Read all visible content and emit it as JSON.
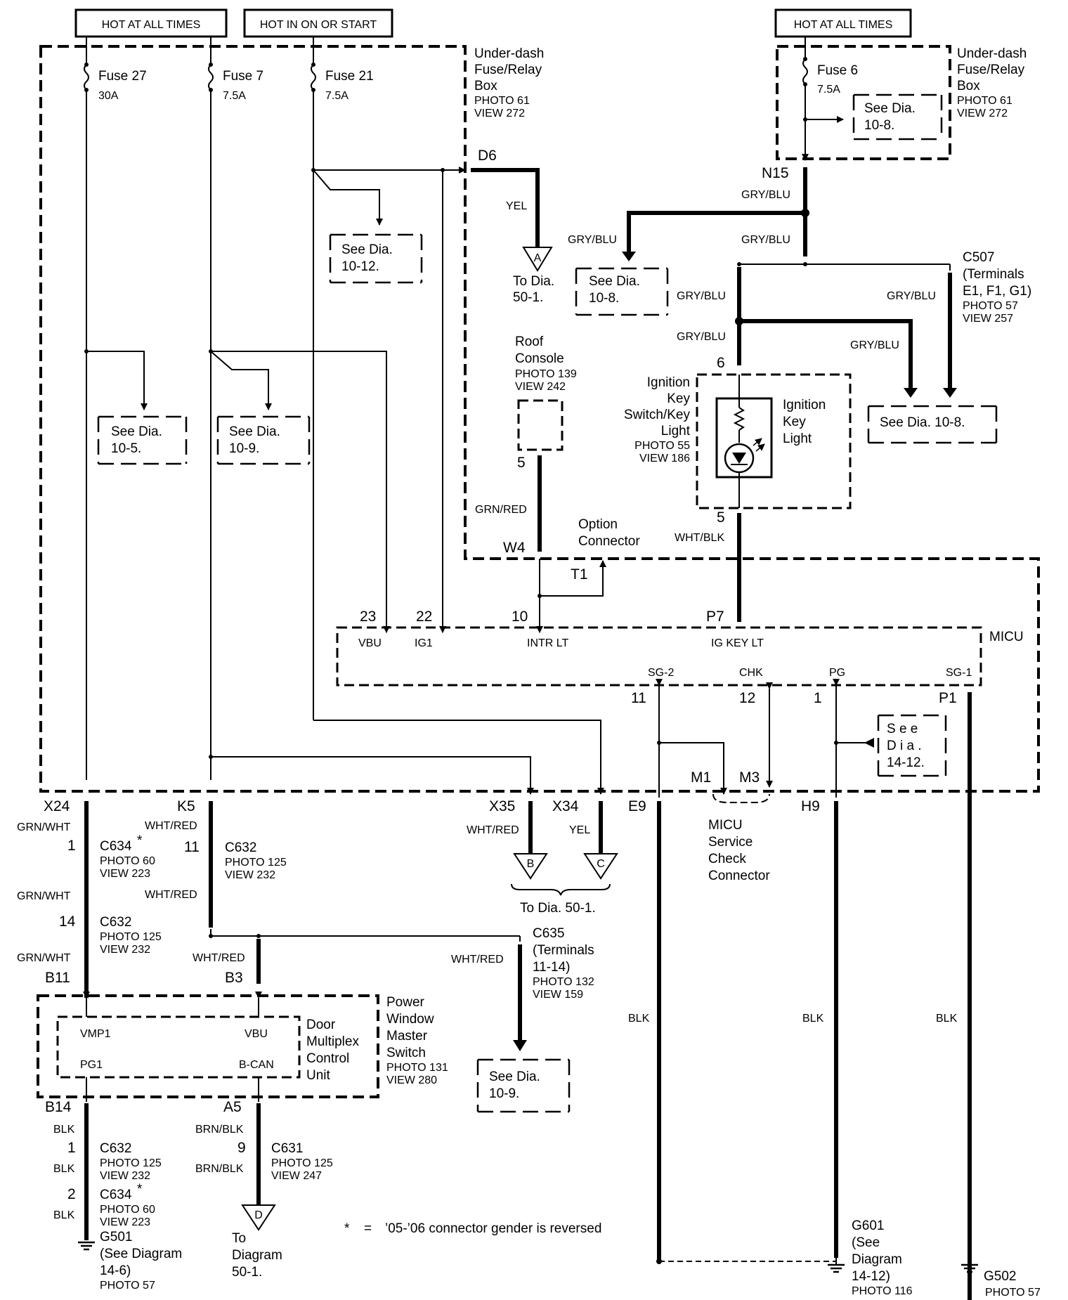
{
  "header": {
    "hot_at_all_times_1": "HOT AT ALL TIMES",
    "hot_in_on": "HOT IN ON OR START",
    "hot_at_all_times_2": "HOT AT ALL TIMES"
  },
  "fusebox_left": {
    "title_1": "Under-dash",
    "title_2": "Fuse/Relay",
    "title_3": "Box",
    "photo": "PHOTO 61",
    "view": "VIEW 272",
    "fuse27_name": "Fuse 27",
    "fuse27_amp": "30A",
    "fuse7_name": "Fuse 7",
    "fuse7_amp": "7.5A",
    "fuse21_name": "Fuse 21",
    "fuse21_amp": "7.5A"
  },
  "fusebox_right": {
    "title_1": "Under-dash",
    "title_2": "Fuse/Relay",
    "title_3": "Box",
    "photo": "PHOTO 61",
    "view": "VIEW 272",
    "fuse6_name": "Fuse 6",
    "fuse6_amp": "7.5A"
  },
  "refs": {
    "see_dia_10_8_top_1": "See Dia.",
    "see_dia_10_8_top_2": "10-8.",
    "see_dia_10_12_1": "See Dia.",
    "see_dia_10_12_2": "10-12.",
    "see_dia_10_8_mid_1": "See Dia.",
    "see_dia_10_8_mid_2": "10-8.",
    "see_dia_10_5_1": "See Dia.",
    "see_dia_10_5_2": "10-5.",
    "see_dia_10_9_1": "See Dia.",
    "see_dia_10_9_2": "10-9.",
    "see_dia_10_8_right": "See Dia. 10-8.",
    "see_dia_14_12_1": "S e e",
    "see_dia_14_12_2": "D i a .",
    "see_dia_14_12_3": "14-12.",
    "see_dia_10_9_low_1": "See Dia.",
    "see_dia_10_9_low_2": "10-9.",
    "to_dia_50_1_A_1": "To Dia.",
    "to_dia_50_1_A_2": "50-1.",
    "to_dia_50_1_BC": "To Dia. 50-1.",
    "to_diagram_D_1": "To",
    "to_diagram_D_2": "Diagram",
    "to_diagram_D_3": "50-1."
  },
  "connectors": {
    "D6": "D6",
    "N15": "N15",
    "W4": "W4",
    "T1": "T1",
    "P7": "P7",
    "X24": "X24",
    "K5": "K5",
    "X35": "X35",
    "X34": "X34",
    "E9": "E9",
    "H9": "H9",
    "M1": "M1",
    "M3": "M3",
    "P1": "P1",
    "B11": "B11",
    "B3": "B3",
    "B14": "B14",
    "A5": "A5",
    "pin23": "23",
    "pin22": "22",
    "pin10": "10",
    "pin6": "6",
    "pin5a": "5",
    "pin5b": "5",
    "pin11": "11",
    "pin12": "12",
    "pin1": "1",
    "c507_1": "C507",
    "c507_2": "(Terminals",
    "c507_3": "E1, F1, G1)",
    "c507_photo": "PHOTO 57",
    "c507_view": "VIEW 257",
    "c634a_pin": "1",
    "c634a_name": "C634",
    "c634a_photo": "PHOTO 60",
    "c634a_view": "VIEW 223",
    "c632a_pin": "11",
    "c632a_name": "C632",
    "c632a_photo": "PHOTO 125",
    "c632a_view": "VIEW 232",
    "c632b_pin": "14",
    "c632b_name": "C632",
    "c632b_photo": "PHOTO 125",
    "c632b_view": "VIEW 232",
    "c635_1": "C635",
    "c635_2": "(Terminals",
    "c635_3": "11-14)",
    "c635_photo": "PHOTO 132",
    "c635_view": "VIEW 159",
    "c632c_pin": "1",
    "c632c_name": "C632",
    "c632c_photo": "PHOTO 125",
    "c632c_view": "VIEW 232",
    "c634b_pin": "2",
    "c634b_name": "C634",
    "c634b_photo": "PHOTO 60",
    "c634b_view": "VIEW 223",
    "c631_pin": "9",
    "c631_name": "C631",
    "c631_photo": "PHOTO 125",
    "c631_view": "VIEW 247",
    "asterisk": "*"
  },
  "wires": {
    "yel_d6": "YEL",
    "gry_blu_1": "GRY/BLU",
    "gry_blu_2": "GRY/BLU",
    "gry_blu_3": "GRY/BLU",
    "gry_blu_4": "GRY/BLU",
    "gry_blu_5": "GRY/BLU",
    "gry_blu_6": "GRY/BLU",
    "gry_blu_7": "GRY/BLU",
    "grn_red": "GRN/RED",
    "wht_blk": "WHT/BLK",
    "grn_wht_1": "GRN/WHT",
    "grn_wht_2": "GRN/WHT",
    "grn_wht_3": "GRN/WHT",
    "wht_red_1": "WHT/RED",
    "wht_red_2": "WHT/RED",
    "wht_red_3": "WHT/RED",
    "wht_red_4": "WHT/RED",
    "wht_red_5": "WHT/RED",
    "yel_x34": "YEL",
    "blk_1": "BLK",
    "blk_2": "BLK",
    "blk_3": "BLK",
    "blk_4": "BLK",
    "blk_5": "BLK",
    "blk_6": "BLK",
    "brn_blk_1": "BRN/BLK",
    "brn_blk_2": "BRN/BLK"
  },
  "components": {
    "roof_1": "Roof",
    "roof_2": "Console",
    "roof_photo": "PHOTO 139",
    "roof_view": "VIEW 242",
    "iks_1": "Ignition",
    "iks_2": "Key",
    "iks_3": "Switch/Key",
    "iks_4": "Light",
    "iks_photo": "PHOTO 55",
    "iks_view": "VIEW 186",
    "ikl_1": "Ignition",
    "ikl_2": "Key",
    "ikl_3": "Light",
    "option_1": "Option",
    "option_2": "Connector",
    "micu": "MICU",
    "micu_vbu": "VBU",
    "micu_ig1": "IG1",
    "micu_intr": "INTR LT",
    "micu_igkey": "IG KEY LT",
    "micu_sg2": "SG-2",
    "micu_chk": "CHK",
    "micu_pg": "PG",
    "micu_sg1": "SG-1",
    "svc_1": "MICU",
    "svc_2": "Service",
    "svc_3": "Check",
    "svc_4": "Connector",
    "dmcu_1": "Door",
    "dmcu_2": "Multiplex",
    "dmcu_3": "Control",
    "dmcu_4": "Unit",
    "dmcu_vmp1": "VMP1",
    "dmcu_vbu": "VBU",
    "dmcu_pg1": "PG1",
    "dmcu_bcan": "B-CAN",
    "pwms_1": "Power",
    "pwms_2": "Window",
    "pwms_3": "Master",
    "pwms_4": "Switch",
    "pwms_photo": "PHOTO 131",
    "pwms_view": "VIEW 280",
    "g501_1": "G501",
    "g501_2": "(See Diagram",
    "g501_3": "14-6)",
    "g501_photo": "PHOTO 57",
    "g601_1": "G601",
    "g601_2": "(See",
    "g601_3": "Diagram",
    "g601_4": "14-12)",
    "g601_photo": "PHOTO 116",
    "g502_1": "G502",
    "g502_photo": "PHOTO 57",
    "tri_a": "A",
    "tri_b": "B",
    "tri_c": "C",
    "tri_d": "D"
  },
  "notes": {
    "star": "*",
    "eq": "=",
    "footnote": "’05-’06 connector gender is reversed"
  }
}
